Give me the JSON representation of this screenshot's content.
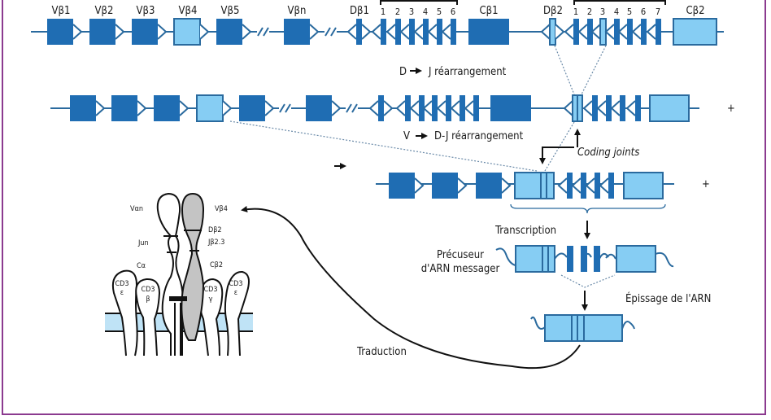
{
  "colors": {
    "dark_blue": "#1f6db3",
    "light_blue": "#86cdf3",
    "line_blue": "#2a6a9e",
    "frame": "#8b3a8f",
    "protein_grey": "#c4c4c4",
    "membrane": "#bfe3f6"
  },
  "row1": {
    "v_labels": [
      "Vβ1",
      "Vβ2",
      "Vβ3",
      "Vβ4",
      "Vβ5",
      "Vβn"
    ],
    "d1_label": "Dβ1",
    "j1_numbers": [
      "1",
      "2",
      "3",
      "4",
      "5",
      "6"
    ],
    "c1_label": "Cβ1",
    "d2_label": "Dβ2",
    "j2_numbers": [
      "1",
      "2",
      "3",
      "4",
      "5",
      "6",
      "7"
    ],
    "c2_label": "Cβ2"
  },
  "steps": {
    "dj": "D ➜ J réarrangement",
    "dj_left": "D",
    "dj_right": "J réarrangement",
    "vdj_left": "V",
    "vdj_right": "D-J réarrangement",
    "coding_joints": "Coding joints",
    "plus": "+",
    "transcription": "Transcription",
    "precursor_line1": "Précuseur",
    "precursor_line2": "d'ARN messager",
    "splicing": "Épissage de l'ARN",
    "translation": "Traduction"
  },
  "receptor": {
    "alpha_v": "Vαn",
    "alpha_j": "Jun",
    "alpha_c": "Cα",
    "beta_v": "Vβ4",
    "beta_d": "Dβ2",
    "beta_j": "Jβ2.3",
    "beta_c": "Cβ2",
    "cd3": [
      {
        "name": "CD3",
        "sub": "ε"
      },
      {
        "name": "CD3",
        "sub": "β"
      },
      {
        "name": "CD3",
        "sub": "γ"
      },
      {
        "name": "CD3",
        "sub": "ε"
      }
    ]
  }
}
